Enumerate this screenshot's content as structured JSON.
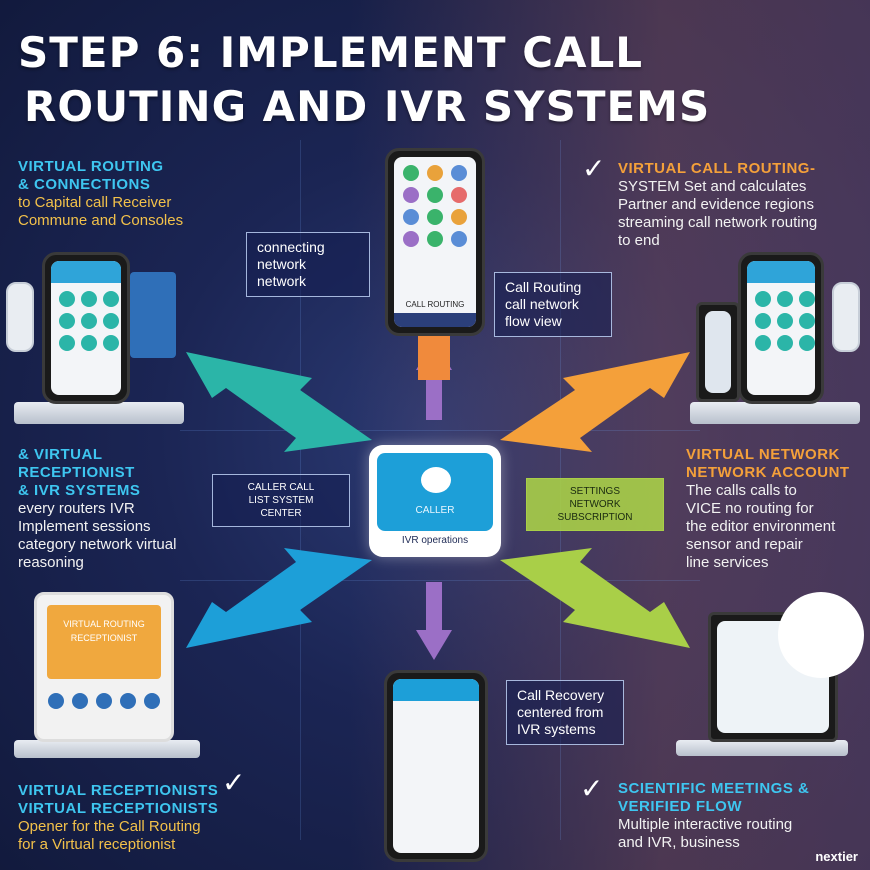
{
  "title": {
    "line1": "STEP 6: IMPLEMENT CALL",
    "line2": "ROUTING AND IVR SYSTEMS"
  },
  "top_left": {
    "heading1": "VIRTUAL ROUTING",
    "heading2": "& CONNECTIONS",
    "body1": "to Capital call Receiver",
    "body2": "Commune and Consoles"
  },
  "top_right": {
    "heading": "VIRTUAL CALL ROUTING-",
    "body1": "SYSTEM Set and calculates",
    "body2": "Partner and evidence regions",
    "body3": "streaming call network routing",
    "body4": "to end"
  },
  "mid_left": {
    "heading1": "& VIRTUAL RECEPTIONIST",
    "heading2": "& IVR SYSTEMS",
    "body1": "every routers IVR",
    "body2": "Implement sessions",
    "body3": "category network virtual",
    "body4": "reasoning"
  },
  "mid_right": {
    "heading1": "VIRTUAL NETWORK",
    "heading2": "NETWORK ACCOUNT",
    "body1": "The calls calls to",
    "body2": "VICE no routing for",
    "body3": "the editor environment",
    "body4": "sensor and repair",
    "body5": "line services"
  },
  "bottom_left": {
    "heading1": "VIRTUAL RECEPTIONISTS",
    "heading2": "VIRTUAL RECEPTIONISTS",
    "body1": "Opener for the Call Routing",
    "body2": "for a Virtual receptionist"
  },
  "bottom_right": {
    "heading1": "SCIENTIFIC MEETINGS &",
    "heading2": "VERIFIED FLOW",
    "body1": "Multiple interactive routing",
    "body2": "and IVR, business"
  },
  "callouts": {
    "connecting": [
      "connecting",
      "network",
      "network"
    ],
    "call_routing": [
      "Call Routing",
      "call network",
      "flow view"
    ],
    "caller_list": [
      "CALLER CALL",
      "LIST SYSTEM",
      "CENTER"
    ],
    "settings": [
      "SETTINGS",
      "NETWORK SUBSCRIPTION"
    ],
    "ivr_systems": [
      "Call Recovery",
      "centered from",
      "IVR systems"
    ]
  },
  "hub": {
    "label": "CALLER",
    "sub": "IVR operations"
  },
  "top_phone": {
    "footer": "CALL ROUTING"
  },
  "tablet": {
    "header": "VIRTUAL ROUTING",
    "sub": "RECEPTIONIST"
  },
  "brand": "nextier",
  "colors": {
    "cyan": "#3ec6f0",
    "orange": "#f4a03a",
    "green": "#a9cf48",
    "purple": "#9b6fc6",
    "teal": "#2bb5a8",
    "blue": "#1d9fd8"
  }
}
